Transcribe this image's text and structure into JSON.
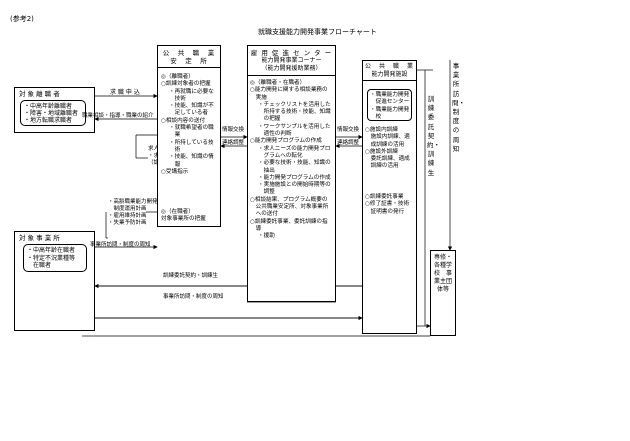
{
  "page": {
    "ref": "(参考2)",
    "title": "就職支援能力開発事業フローチャート"
  },
  "jobseeker_box": {
    "title": "対 象 離 職 者",
    "items": [
      "・中高年齢離職者",
      "・障害・地域離職者",
      "・地方転職求職者"
    ]
  },
  "employer_box": {
    "title": "対 象 事 業 所",
    "items": [
      "・中高年齢在職者",
      "・特定不況業種等",
      "　在職者"
    ]
  },
  "employment_office": {
    "header_line1": "公　共　職　業",
    "header_line2": "安　定　所",
    "lines": [
      "◎（離職者）",
      "○訓練対象者の把握",
      "・再就職に必要な",
      "　技術",
      "・技能、知識が不",
      "　足している者",
      "○相談内容の送付",
      "・就職希望者の職",
      "　業",
      "・所持している技",
      "　術",
      "・技能、知識の情",
      "　報",
      "○受講指示"
    ],
    "lines2": [
      "◎（在職者）",
      "対象事業所の把握"
    ]
  },
  "center": {
    "header_line1": "雇 用 促 進 セ ン タ ー",
    "header_line2": "能力開発事業コーナー",
    "header_line3": "（能力開発援助業務）",
    "lines": [
      "◎（離職者・在職者）",
      "○能力開発に関する相談業務の",
      "　実施",
      "・チェックリストを活用した",
      "　所持する技術・技能、知識",
      "　の把握",
      "・ワークサンプルを活用した",
      "　適性の判断",
      "○能力開発プログラムの作成",
      "・求人ニーズの能力開発プロ",
      "　グラムへの転化",
      "・必要な技術・技能、知識の",
      "　抽出",
      "・能力開発プログラムの作成",
      "・実施施設との開始時期等の",
      "　調整",
      "○相談結果、プログラム概要の",
      "　公共職業安定所、対象事業所",
      "　への送付",
      "○訓練委託事業、委託訓練の指",
      "　導",
      "・援助"
    ]
  },
  "school": {
    "header_line1": "公　共　職　業",
    "header_line2": "能力開発施設",
    "inner_lines": [
      "・職業能力開発",
      "　促進センター",
      "・職業能力開発",
      "　校"
    ],
    "lines": [
      "○施設内訓練",
      "　施設内訓練、適",
      "　成訓練の活用",
      "○施設外訓練",
      "　委託訓練、適成",
      "　訓練の活用",
      "○訓練委託事業",
      "○修了証書・技術",
      "　証明書の発行"
    ]
  },
  "right_schools": {
    "text": "専修・各種学校　事業主団体等"
  },
  "edge_labels": {
    "kyushoku": "求 職 申 込",
    "shokugyo_sodan": "職業相談・指導・職業の紹介",
    "kyushoku_joho": "求人情報",
    "koyo_jouho": "・求人紹介",
    "jisshi": "（認定日等）",
    "keikaku_1": "・高齢職業能力開発",
    "keikaku_2": "　制度運用計画",
    "keikaku_3": "・雇用維持計画",
    "keikaku_4": "・失業予防計画",
    "joho_kokan_1": "情報交換",
    "joho_kokan_2": "連絡調整",
    "joho_kokan_3": "情報交換",
    "joho_kokan_4": "連絡調整",
    "jigyosho_shokai": "事業所訪問・制度の周知",
    "itaku_jisshi": "訓練委託契約・訓練生",
    "jigyosho_homon_bottom": "事業所訪問・制度の周知",
    "itaku_keiyaku_vert": "訓練委託契約・訓練生",
    "jigyosho_vert": "事業所訪問・制度の周知"
  }
}
